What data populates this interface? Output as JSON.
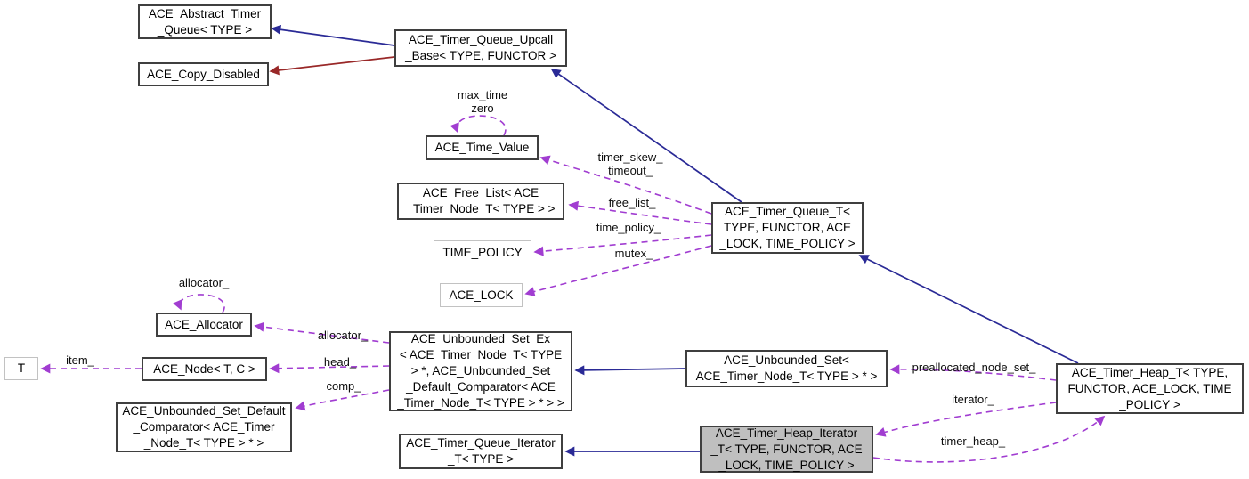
{
  "diagram": {
    "type": "collaboration-graph",
    "colors": {
      "inheritance_edge": "#2a2a96",
      "private_inheritance_edge": "#992828",
      "usage_edge": "#a13dd1",
      "node_border": "#3f3f3f",
      "template_node_border": "#c2c2c2",
      "highlight_node_fill": "#bfbfbf"
    },
    "nodes": {
      "abstract_timer_queue": {
        "label": "ACE_Abstract_Timer\n_Queue< TYPE >"
      },
      "copy_disabled": {
        "label": "ACE_Copy_Disabled"
      },
      "upcall_base": {
        "label": "ACE_Timer_Queue_Upcall\n_Base< TYPE, FUNCTOR >"
      },
      "time_value": {
        "label": "ACE_Time_Value"
      },
      "free_list": {
        "label": "ACE_Free_List< ACE\n_Timer_Node_T< TYPE > >"
      },
      "time_policy": {
        "label": "TIME_POLICY"
      },
      "ace_lock": {
        "label": "ACE_LOCK"
      },
      "timer_queue_t": {
        "label": "ACE_Timer_Queue_T<\nTYPE, FUNCTOR, ACE\n_LOCK, TIME_POLICY >"
      },
      "allocator": {
        "label": "ACE_Allocator"
      },
      "t_param": {
        "label": "T"
      },
      "ace_node": {
        "label": "ACE_Node< T, C >"
      },
      "comparator": {
        "label": "ACE_Unbounded_Set_Default\n_Comparator< ACE_Timer\n_Node_T< TYPE > * >"
      },
      "unbounded_set_ex": {
        "label": "ACE_Unbounded_Set_Ex\n< ACE_Timer_Node_T< TYPE\n> *, ACE_Unbounded_Set\n_Default_Comparator< ACE\n_Timer_Node_T< TYPE > * > >"
      },
      "unbounded_set": {
        "label": "ACE_Unbounded_Set<\nACE_Timer_Node_T< TYPE > * >"
      },
      "timer_heap_t": {
        "label": "ACE_Timer_Heap_T< TYPE,\nFUNCTOR, ACE_LOCK, TIME\n_POLICY >"
      },
      "queue_iterator": {
        "label": "ACE_Timer_Queue_Iterator\n_T< TYPE >"
      },
      "heap_iterator": {
        "label": "ACE_Timer_Heap_Iterator\n_T< TYPE, FUNCTOR, ACE\n_LOCK, TIME_POLICY >"
      }
    },
    "edge_labels": {
      "time_value_self": "max_time\nzero",
      "timer_skew": "timer_skew_\ntimeout_",
      "free_list": "free_list_",
      "time_policy": "time_policy_",
      "mutex": "mutex_",
      "allocator_self": "allocator_",
      "allocator": "allocator_",
      "head": "head_",
      "comp": "comp_",
      "item": "item_",
      "preallocated_node_set": "preallocated_node_set_",
      "iterator": "iterator_",
      "timer_heap": "timer_heap_"
    }
  }
}
